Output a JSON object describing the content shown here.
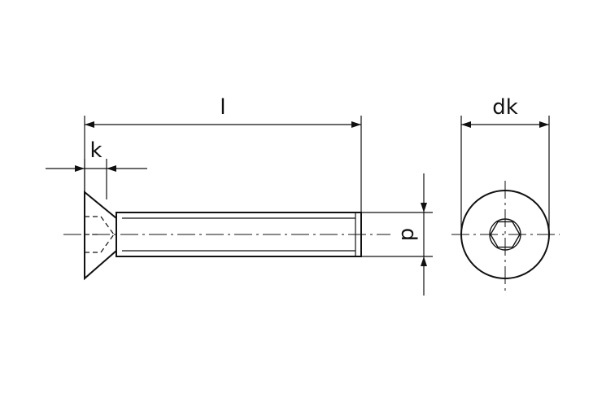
{
  "colors": {
    "line": "#111111",
    "background": "#ffffff"
  },
  "labels": {
    "length": "l",
    "head_height": "k",
    "diameter": "d",
    "head_diameter": "dk"
  }
}
